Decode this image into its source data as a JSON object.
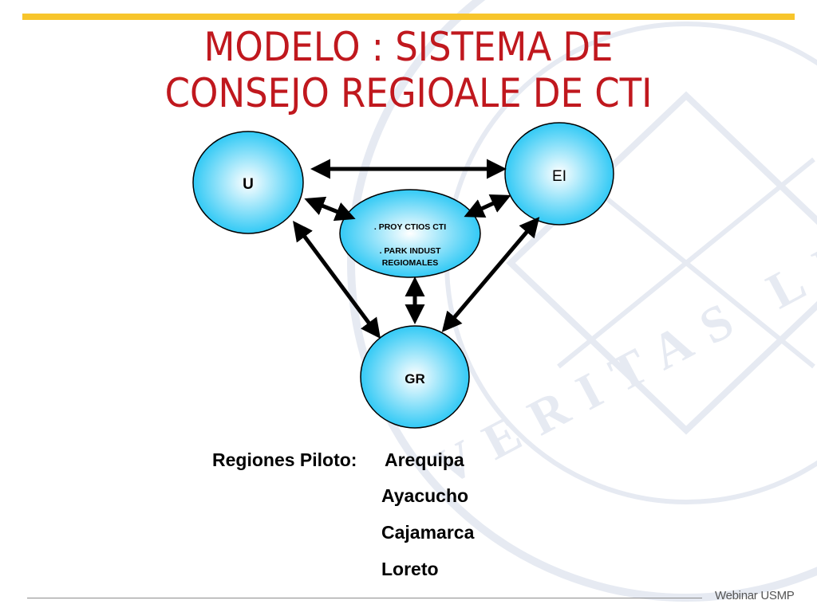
{
  "theme": {
    "title_color": "#C0181E",
    "accent_bar_color": "#F7C52B",
    "node_fill_inner": "#FFFFFF",
    "node_fill_outer": "#1EC4F4",
    "arrow_color": "#000000",
    "watermark_color": "#E6EAF2"
  },
  "title": {
    "line1": "MODELO : SISTEMA DE",
    "line2": "CONSEJO REGIOALE DE CTI"
  },
  "diagram": {
    "nodes": {
      "u": {
        "label": "U"
      },
      "ei": {
        "label": "EI"
      },
      "center": {
        "line1": ". PROY CTIOS CTI",
        "line2": ". PARK INDUST",
        "line3": "REGIOMALES"
      },
      "gr": {
        "label": "GR"
      }
    },
    "edges": [
      {
        "from": "u",
        "to": "ei",
        "direction": "both"
      },
      {
        "from": "u",
        "to": "center",
        "direction": "both"
      },
      {
        "from": "ei",
        "to": "center",
        "direction": "both"
      },
      {
        "from": "u",
        "to": "gr",
        "direction": "both"
      },
      {
        "from": "ei",
        "to": "gr",
        "direction": "both"
      },
      {
        "from": "center",
        "to": "gr",
        "direction": "both"
      }
    ]
  },
  "regions": {
    "label": "Regiones Piloto:",
    "items": [
      "Arequipa",
      "Ayacucho",
      "Cajamarca",
      "Loreto"
    ]
  },
  "footer": {
    "brand": "Webinar USMP"
  },
  "watermark": {
    "motto": "VERITAS LIBERABIT VOS"
  }
}
